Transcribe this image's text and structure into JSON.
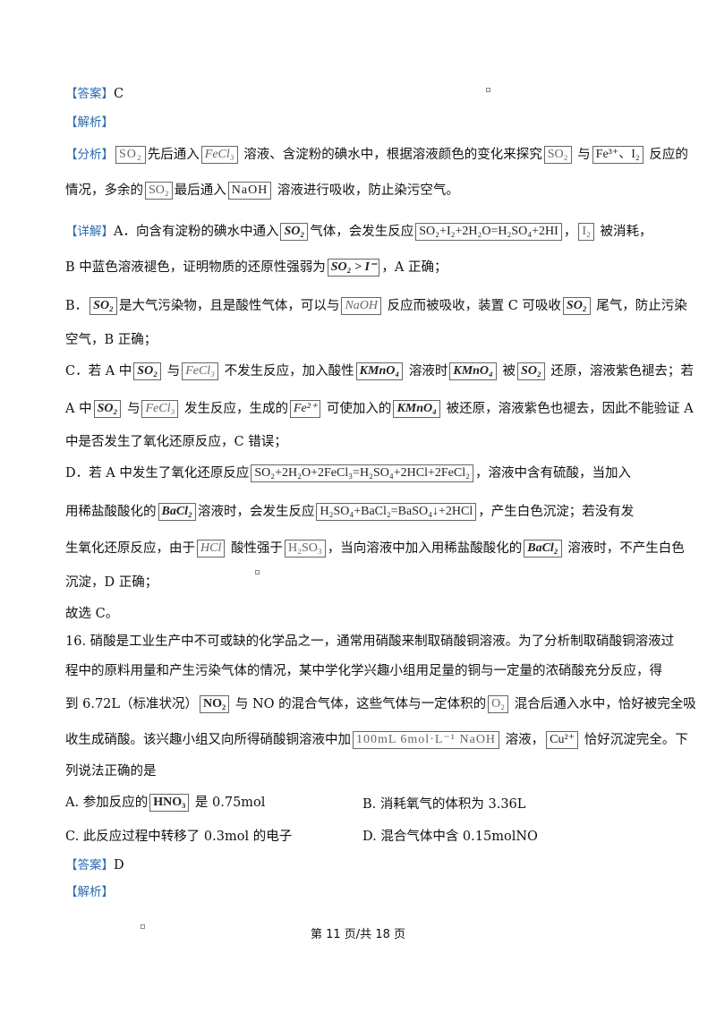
{
  "answer1": {
    "tag": "【答案】",
    "value": "C"
  },
  "analysis1_tag": "【解析】",
  "fenxi": {
    "tag": "【分析】",
    "f1": "SO₂",
    "t1": "先后通入",
    "f2": "FeCl₃",
    "t2": " 溶液、含淀粉的碘水中，根据溶液颜色的变化来探究",
    "f3": "SO₂",
    "t3": " 与",
    "f4": "Fe³⁺、I₂",
    "t4": " 反应的",
    "l2a": "情况，多余的",
    "f5": "SO₂",
    "l2b": "最后通入",
    "f6": "NaOH",
    "l2c": " 溶液进行吸收，防止染污空气。"
  },
  "xiangjie": {
    "tag": "【详解】",
    "a1": "A．向含有淀粉的碘水中通入",
    "f1": "SO₂",
    "a2": "气体，会发生反应",
    "f2": "SO₂+I₂+2H₂O=H₂SO₄+2HI",
    "a3": "，",
    "f3": "I₂",
    "a4": " 被消耗，",
    "a5": "B 中蓝色溶液褪色，证明物质的还原性强弱为",
    "f4": "SO₂ > I⁻",
    "a6": "，A 正确；"
  },
  "optB": {
    "b1": "B．",
    "f1": "SO₂",
    "b2": "是大气污染物，且是酸性气体，可以与",
    "f2": "NaOH",
    "b3": " 反应而被吸收，装置 C 可吸收",
    "f3": "SO₂",
    "b4": " 尾气，防止污染",
    "b5": "空气，B 正确；"
  },
  "optC": {
    "c1": "C．若 A 中",
    "f1": "SO₂",
    "c2": " 与",
    "f2": "FeCl₃",
    "c3": " 不发生反应，加入酸性",
    "f3": "KMnO₄",
    "c4": " 溶液时",
    "f4": "KMnO₄",
    "c5": " 被",
    "f5": "SO₂",
    "c6": " 还原，溶液紫色褪去；若",
    "c7": "A 中",
    "f6": "SO₂",
    "c8": " 与",
    "f7": "FeCl₃",
    "c9": " 发生反应，生成的",
    "f8": "Fe²⁺",
    "c10": " 可使加入的",
    "f9": "KMnO₄",
    "c11": " 被还原，溶液紫色也褪去，因此不能验证 A",
    "c12": "中是否发生了氧化还原反应，C 错误；"
  },
  "optD": {
    "d1": "D．若 A 中发生了氧化还原反应",
    "f1": "SO₂+2H₂O+2FeCl₃=H₂SO₄+2HCl+2FeCl₂",
    "d2": "，溶液中含有硫酸，当加入",
    "d3": "用稀盐酸酸化的",
    "f2": "BaCl₂",
    "d4": "溶液时，会发生反应",
    "f3": "H₂SO₄+BaCl₂=BaSO₄↓+2HCl",
    "d5": "，产生白色沉淀；若没有发",
    "d6": "生氧化还原反应，由于",
    "f4": "HCl",
    "d7": " 酸性强于",
    "f5": "H₂SO₃",
    "d8": "，当向溶液中加入用稀盐酸酸化的",
    "f6": "BaCl₂",
    "d9": " 溶液时，不产生白色",
    "d10": "沉淀，D 正确；"
  },
  "conclusion": "故选 C。",
  "q16": {
    "l1": "16. 硝酸是工业生产中不可或缺的化学品之一，通常用硝酸来制取硝酸铜溶液。为了分析制取硝酸铜溶液过",
    "l2": "程中的原料用量和产生污染气体的情况，某中学化学兴趣小组用足量的铜与一定量的浓硝酸充分反应，得",
    "l3a": "到 6.72L（标准状况）",
    "f1": "NO₂",
    "l3b": " 与 NO 的混合气体，这些气体与一定体积的",
    "f2": "O₂",
    "l3c": " 混合后通入水中，恰好被完全吸",
    "l4a": "收生成硝酸。该兴趣小组又向所得硝酸铜溶液中加",
    "f3": "100mL 6mol·L⁻¹ NaOH",
    "l4b": " 溶液，",
    "f4": "Cu²⁺",
    "l4c": " 恰好沉淀完全。下",
    "l5": "列说法正确的是"
  },
  "options": {
    "a1": "A. 参加反应的",
    "af": "HNO₃",
    "a2": " 是 0.75mol",
    "b": "B. 消耗氧气的体积为 3.36L",
    "c": "C. 此反应过程中转移了 0.3mol 的电子",
    "d": "D. 混合气体中含 0.15molNO"
  },
  "answer2": {
    "tag": "【答案】",
    "value": "D"
  },
  "analysis2_tag": "【解析】",
  "footer": "第 11 页/共 18 页"
}
